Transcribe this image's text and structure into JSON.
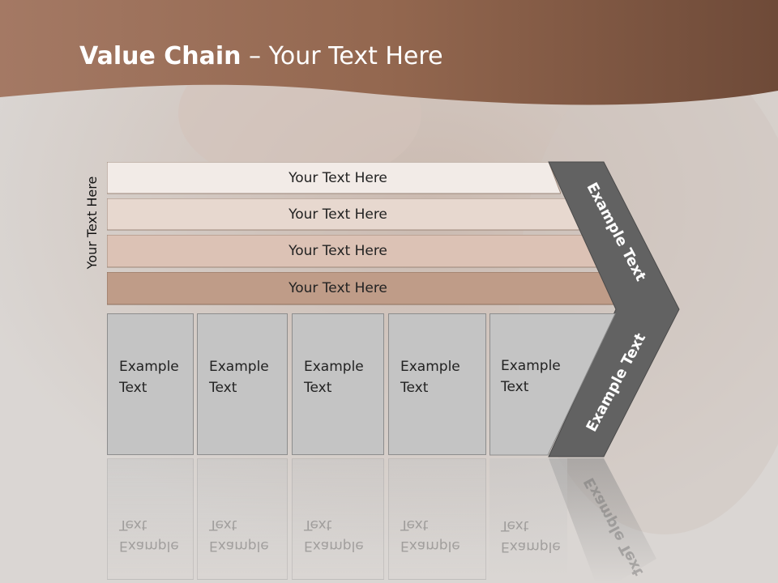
{
  "slide": {
    "title_bold": "Value Chain",
    "title_rest": " – Your Text Here"
  },
  "side_label": "Your Text Here",
  "bars": [
    {
      "label": "Your Text Here",
      "fill": "#f2ebe7"
    },
    {
      "label": "Your Text Here",
      "fill": "#e7d8cf"
    },
    {
      "label": "Your Text Here",
      "fill": "#dcc2b5"
    },
    {
      "label": "Your Text Here",
      "fill": "#bf9c88"
    }
  ],
  "columns": [
    {
      "line1": "Example",
      "line2": "Text"
    },
    {
      "line1": "Example",
      "line2": "Text"
    },
    {
      "line1": "Example",
      "line2": "Text"
    },
    {
      "line1": "Example",
      "line2": "Text"
    },
    {
      "line1": "Example",
      "line2": "Text"
    }
  ],
  "chevron": {
    "upper_text": "Example Text",
    "lower_text": "Example Text",
    "color": "#626262"
  },
  "colors": {
    "header_band": "#9a6f58",
    "column_fill": "#c4c4c4"
  }
}
